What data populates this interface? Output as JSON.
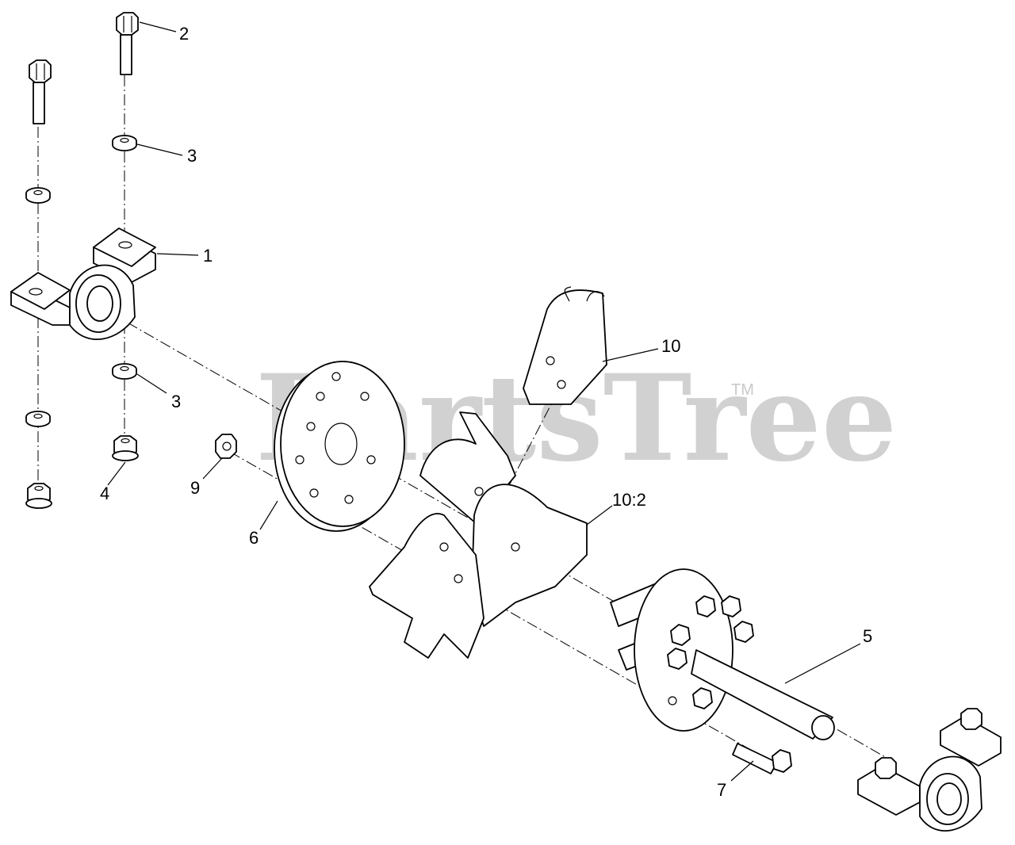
{
  "watermark": {
    "brand": "PartsTree",
    "trademark": "TM"
  },
  "callouts": [
    {
      "id": "c1",
      "label": "1"
    },
    {
      "id": "c2",
      "label": "2"
    },
    {
      "id": "c3a",
      "label": "3"
    },
    {
      "id": "c3b",
      "label": "3"
    },
    {
      "id": "c4",
      "label": "4"
    },
    {
      "id": "c5",
      "label": "5"
    },
    {
      "id": "c6",
      "label": "6"
    },
    {
      "id": "c7",
      "label": "7"
    },
    {
      "id": "c9",
      "label": "9"
    },
    {
      "id": "c10",
      "label": "10"
    },
    {
      "id": "c10b",
      "label": "10:2"
    }
  ],
  "colors": {
    "line": "#000000",
    "watermark": "#c9c9c9",
    "background": "#ffffff"
  }
}
